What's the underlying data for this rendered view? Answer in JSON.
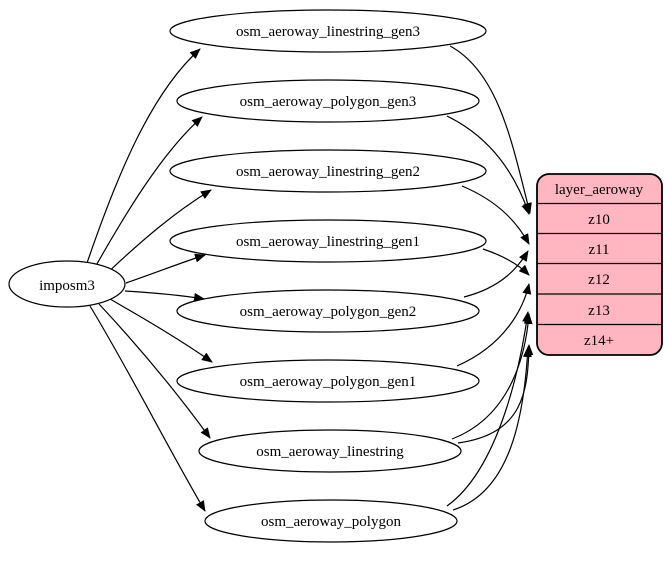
{
  "source": {
    "label": "imposm3"
  },
  "tables": [
    {
      "label": "osm_aeroway_linestring_gen3"
    },
    {
      "label": "osm_aeroway_polygon_gen3"
    },
    {
      "label": "osm_aeroway_linestring_gen2"
    },
    {
      "label": "osm_aeroway_linestring_gen1"
    },
    {
      "label": "osm_aeroway_polygon_gen2"
    },
    {
      "label": "osm_aeroway_polygon_gen1"
    },
    {
      "label": "osm_aeroway_linestring"
    },
    {
      "label": "osm_aeroway_polygon"
    }
  ],
  "layer": {
    "title": "layer_aeroway",
    "rows": [
      {
        "label": "z10"
      },
      {
        "label": "z11"
      },
      {
        "label": "z12"
      },
      {
        "label": "z13"
      },
      {
        "label": "z14+"
      }
    ]
  },
  "edges": {
    "from_source": [
      {
        "from": "imposm3",
        "to": "osm_aeroway_linestring_gen3"
      },
      {
        "from": "imposm3",
        "to": "osm_aeroway_polygon_gen3"
      },
      {
        "from": "imposm3",
        "to": "osm_aeroway_linestring_gen2"
      },
      {
        "from": "imposm3",
        "to": "osm_aeroway_linestring_gen1"
      },
      {
        "from": "imposm3",
        "to": "osm_aeroway_polygon_gen2"
      },
      {
        "from": "imposm3",
        "to": "osm_aeroway_polygon_gen1"
      },
      {
        "from": "imposm3",
        "to": "osm_aeroway_linestring"
      },
      {
        "from": "imposm3",
        "to": "osm_aeroway_polygon"
      }
    ],
    "to_layer": [
      {
        "from": "osm_aeroway_linestring_gen3",
        "to": "z10"
      },
      {
        "from": "osm_aeroway_polygon_gen3",
        "to": "z10"
      },
      {
        "from": "osm_aeroway_linestring_gen2",
        "to": "z11"
      },
      {
        "from": "osm_aeroway_polygon_gen2",
        "to": "z11"
      },
      {
        "from": "osm_aeroway_linestring_gen1",
        "to": "z12"
      },
      {
        "from": "osm_aeroway_polygon_gen1",
        "to": "z12"
      },
      {
        "from": "osm_aeroway_linestring",
        "to": "z13"
      },
      {
        "from": "osm_aeroway_polygon",
        "to": "z13"
      },
      {
        "from": "osm_aeroway_linestring",
        "to": "z14+"
      },
      {
        "from": "osm_aeroway_polygon",
        "to": "z14+"
      }
    ]
  },
  "colors": {
    "layer_fill": "#ffb6c1",
    "table_fill": "#ffffff",
    "stroke": "#000000",
    "background": "#ffffff"
  }
}
